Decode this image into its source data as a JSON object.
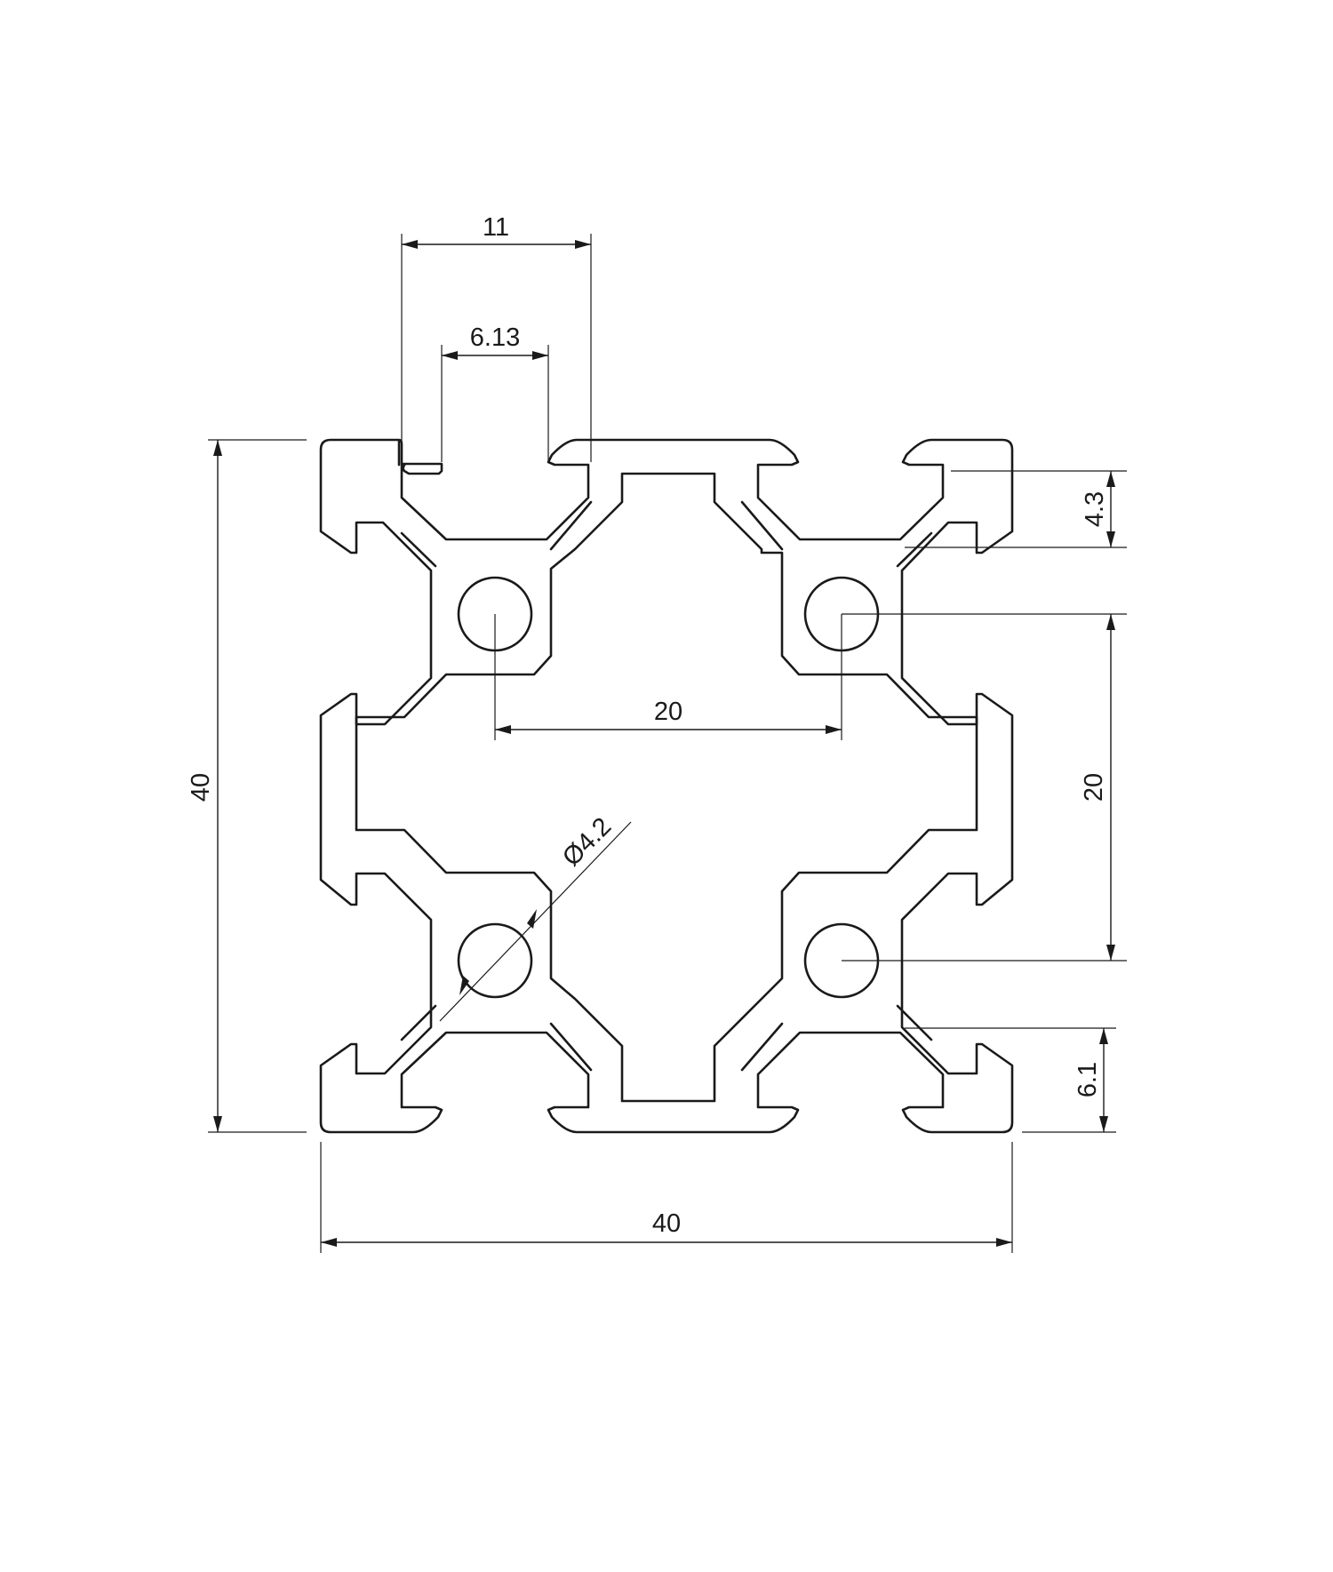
{
  "drawing": {
    "dimensions": {
      "slot_width": "11",
      "slot_opening": "6.13",
      "bore_spacing_horizontal": "20",
      "bore_spacing_vertical": "20",
      "bore_diameter": "Ø4.2",
      "overall_height": "40",
      "overall_width": "40",
      "top_lip_depth": "4.3",
      "bottom_lip_depth": "6.1"
    }
  }
}
